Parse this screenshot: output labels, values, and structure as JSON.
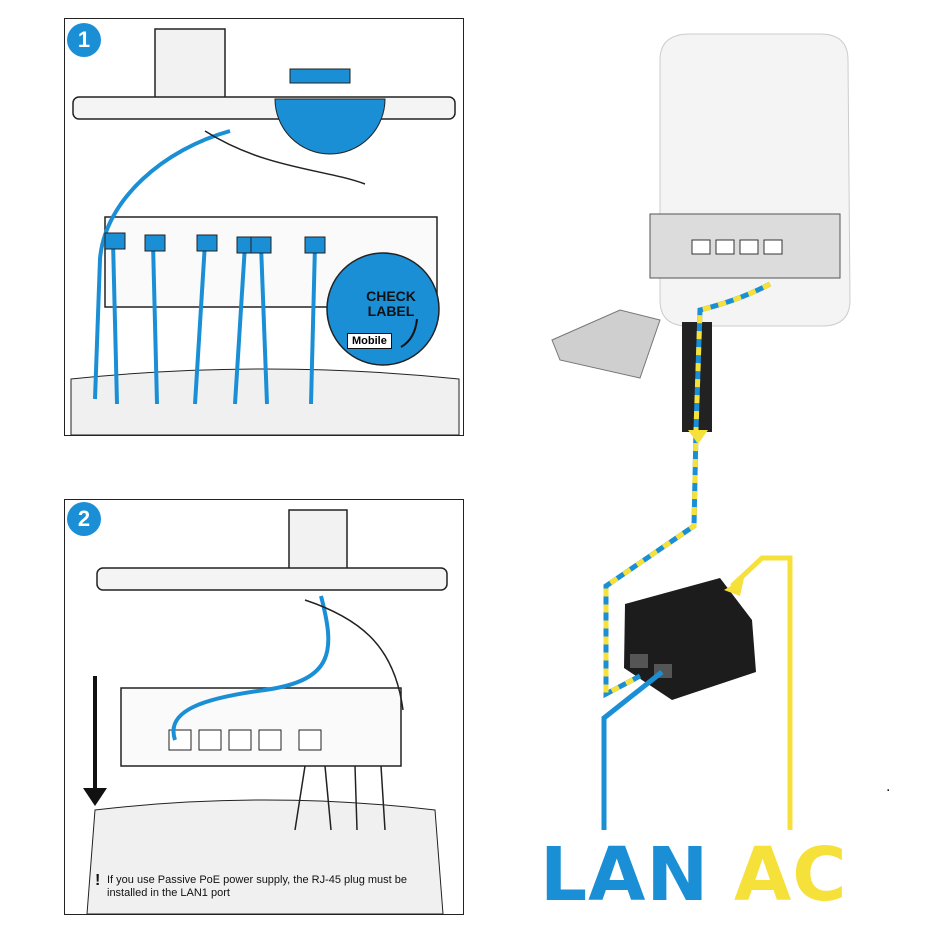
{
  "steps": [
    {
      "number": "1",
      "callout_text": "CHECK\nLABEL",
      "callout_tag": "Mobile"
    },
    {
      "number": "2",
      "note": "If you use Passive PoE power supply, the RJ-45 plug must be installed in the LAN1 port",
      "note_mark": "!"
    }
  ],
  "labels": {
    "lan": "LAN",
    "ac": "AC"
  },
  "stray_mark": ".",
  "colors": {
    "blue": "#1b8fd6",
    "yellow": "#f5e13a",
    "dark": "#222222"
  },
  "icons": [
    "down-arrow-icon",
    "curved-arrow-icon",
    "exclamation-icon"
  ]
}
